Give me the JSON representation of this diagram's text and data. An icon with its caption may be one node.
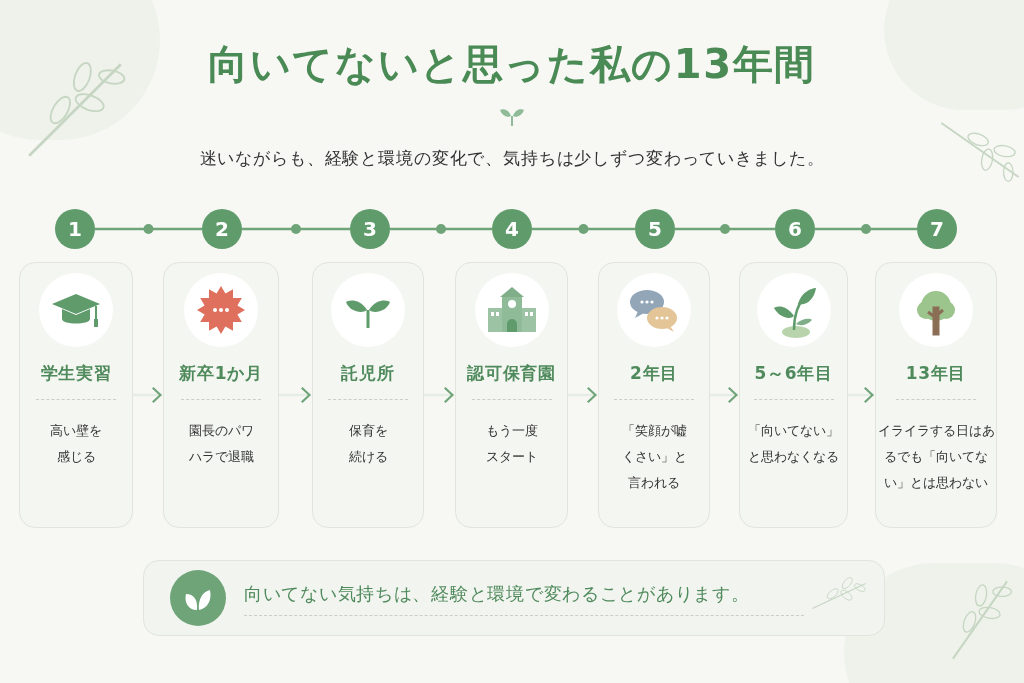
{
  "diagram": {
    "title": "向いてないと思った私の13年間",
    "nodes": [
      {
        "text": [
          "1"
        ]
      },
      {
        "text": [
          "2"
        ]
      },
      {
        "text": [
          "3"
        ]
      },
      {
        "text": [
          "4"
        ]
      },
      {
        "text": [
          "5"
        ]
      },
      {
        "text": [
          "6"
        ]
      },
      {
        "text": [
          "7"
        ]
      },
      {
        "text": [
          "学生実習",
          "高い壁を感じる"
        ]
      },
      {
        "text": [
          "新卒1か月",
          "園長のパワハラで退職"
        ]
      },
      {
        "text": [
          "託児所",
          "保育を続ける"
        ]
      },
      {
        "text": [
          "認可保育園",
          "もう一度スタート"
        ]
      },
      {
        "text": [
          "2年目",
          "「笑顔が嘘くさい」と言われる"
        ]
      },
      {
        "text": [
          "5～6年目",
          "「向いてない」と思わなくなる"
        ]
      },
      {
        "text": [
          "13年目",
          "イライラする日はあるでも「向いてない」とは思わない"
        ]
      },
      {
        "text": [
          "向いてない気持ちは、経験と環境で変わることがあります。"
        ]
      }
    ],
    "edges": [
      {
        "from": 0,
        "to": 1,
        "arrow": "none"
      },
      {
        "from": 1,
        "to": 2,
        "arrow": "none"
      },
      {
        "from": 2,
        "to": 3,
        "arrow": "none"
      },
      {
        "from": 3,
        "to": 4,
        "arrow": "none"
      },
      {
        "from": 4,
        "to": 5,
        "arrow": "none"
      },
      {
        "from": 5,
        "to": 6,
        "arrow": "none"
      },
      {
        "from": 7,
        "to": 8,
        "arrow": "to"
      },
      {
        "from": 8,
        "to": 9,
        "arrow": "to"
      },
      {
        "from": 9,
        "to": 10,
        "arrow": "to"
      },
      {
        "from": 10,
        "to": 11,
        "arrow": "to"
      },
      {
        "from": 11,
        "to": 12,
        "arrow": "to"
      },
      {
        "from": 12,
        "to": 13,
        "arrow": "to"
      }
    ],
    "labels": [
      "迷いながらも、経験と環境の変化で、気持ちは少しずつ変わっていきました。"
    ]
  }
}
